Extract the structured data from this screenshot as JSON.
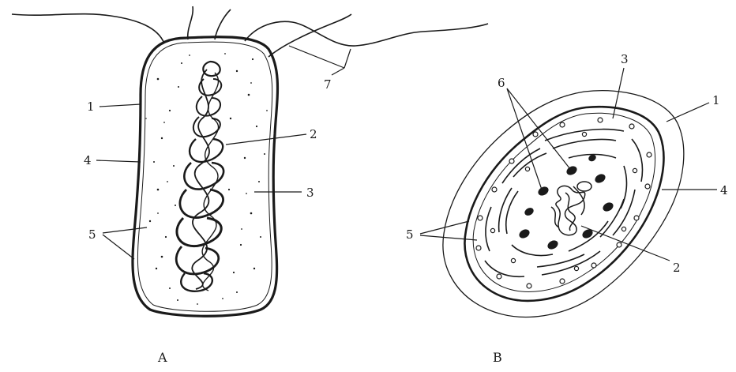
{
  "figure": {
    "panel_a": {
      "label": "A",
      "callouts": {
        "l1": "1",
        "l2": "2",
        "l3": "3",
        "l4": "4",
        "l5": "5",
        "l7": "7"
      }
    },
    "panel_b": {
      "label": "B",
      "callouts": {
        "l1": "1",
        "l2": "2",
        "l3": "3",
        "l4": "4",
        "l5": "5",
        "l6": "6"
      }
    },
    "colors": {
      "ink": "#1a1a1a",
      "background": "#ffffff"
    }
  }
}
